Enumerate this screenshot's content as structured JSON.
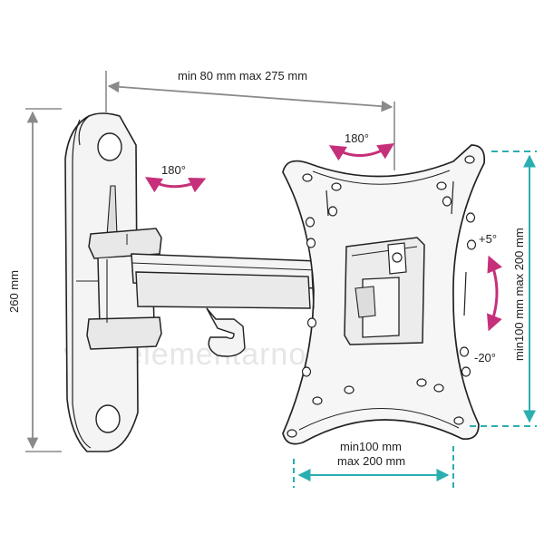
{
  "diagram": {
    "labels": {
      "arm_extension": "min 80 mm max 275 mm",
      "height": "260 mm",
      "wall_swivel": "180°",
      "plate_swivel": "180°",
      "tilt_up": "+5°",
      "tilt_down": "-20°",
      "vesa_vertical": "min100 mm max 200 mm",
      "vesa_horizontal_min": "min100 mm",
      "vesa_horizontal_max": "max 200 mm"
    },
    "watermark": "vse-elementarno.ru",
    "colors": {
      "dimension_gray": "#8a8a8a",
      "dimension_teal": "#2aaeb0",
      "rotation_magenta": "#c6307a",
      "outline": "#222222",
      "fill_light": "#f4f4f4"
    }
  }
}
